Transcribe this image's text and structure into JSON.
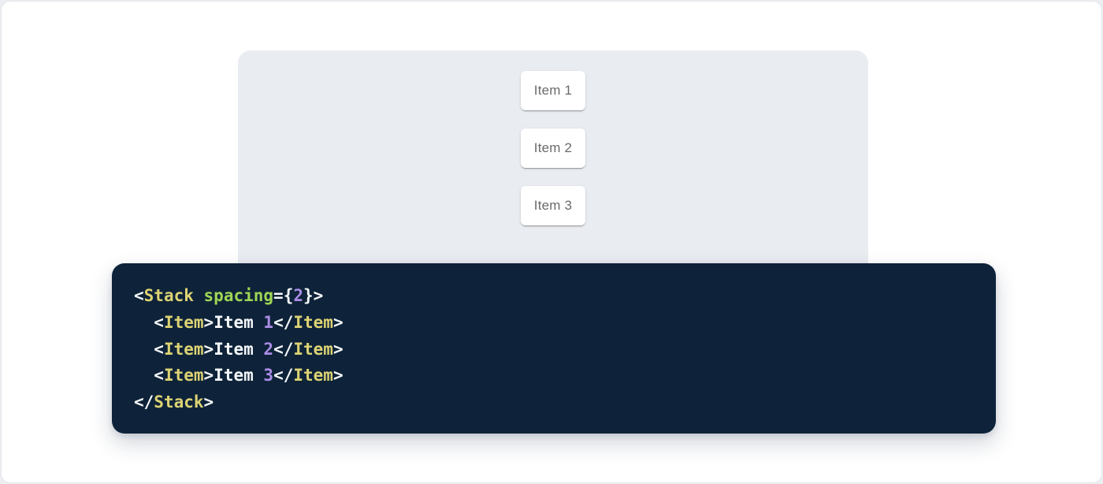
{
  "page": {
    "outer_background": "#eceef1",
    "card_background": "#ffffff",
    "card_border_color": "#e4e6ea"
  },
  "demo": {
    "panel_background": "#e9ecf1",
    "items": [
      {
        "label": "Item 1"
      },
      {
        "label": "Item 2"
      },
      {
        "label": "Item 3"
      }
    ],
    "item_text_color": "#6a6a6a"
  },
  "code_block": {
    "background": "#0e2339",
    "colors": {
      "punctuation": "#f5f8fa",
      "plain": "#f5f8fa",
      "tag": "#ddd374",
      "attr-name": "#9fd655",
      "number": "#ab8de6"
    },
    "source_text": "<Stack spacing={2}>\n  <Item>Item 1</Item>\n  <Item>Item 2</Item>\n  <Item>Item 3</Item>\n</Stack>",
    "lines": [
      [
        {
          "c": "punctuation",
          "v": "<"
        },
        {
          "c": "tag",
          "v": "Stack"
        },
        {
          "c": "plain",
          "v": " "
        },
        {
          "c": "attr-name",
          "v": "spacing"
        },
        {
          "c": "punctuation",
          "v": "="
        },
        {
          "c": "punctuation",
          "v": "{"
        },
        {
          "c": "number",
          "v": "2"
        },
        {
          "c": "punctuation",
          "v": "}"
        },
        {
          "c": "punctuation",
          "v": ">"
        }
      ],
      [
        {
          "c": "plain",
          "v": "  "
        },
        {
          "c": "punctuation",
          "v": "<"
        },
        {
          "c": "tag",
          "v": "Item"
        },
        {
          "c": "punctuation",
          "v": ">"
        },
        {
          "c": "plain",
          "v": "Item "
        },
        {
          "c": "number",
          "v": "1"
        },
        {
          "c": "punctuation",
          "v": "</"
        },
        {
          "c": "tag",
          "v": "Item"
        },
        {
          "c": "punctuation",
          "v": ">"
        }
      ],
      [
        {
          "c": "plain",
          "v": "  "
        },
        {
          "c": "punctuation",
          "v": "<"
        },
        {
          "c": "tag",
          "v": "Item"
        },
        {
          "c": "punctuation",
          "v": ">"
        },
        {
          "c": "plain",
          "v": "Item "
        },
        {
          "c": "number",
          "v": "2"
        },
        {
          "c": "punctuation",
          "v": "</"
        },
        {
          "c": "tag",
          "v": "Item"
        },
        {
          "c": "punctuation",
          "v": ">"
        }
      ],
      [
        {
          "c": "plain",
          "v": "  "
        },
        {
          "c": "punctuation",
          "v": "<"
        },
        {
          "c": "tag",
          "v": "Item"
        },
        {
          "c": "punctuation",
          "v": ">"
        },
        {
          "c": "plain",
          "v": "Item "
        },
        {
          "c": "number",
          "v": "3"
        },
        {
          "c": "punctuation",
          "v": "</"
        },
        {
          "c": "tag",
          "v": "Item"
        },
        {
          "c": "punctuation",
          "v": ">"
        }
      ],
      [
        {
          "c": "punctuation",
          "v": "</"
        },
        {
          "c": "tag",
          "v": "Stack"
        },
        {
          "c": "punctuation",
          "v": ">"
        }
      ]
    ]
  }
}
